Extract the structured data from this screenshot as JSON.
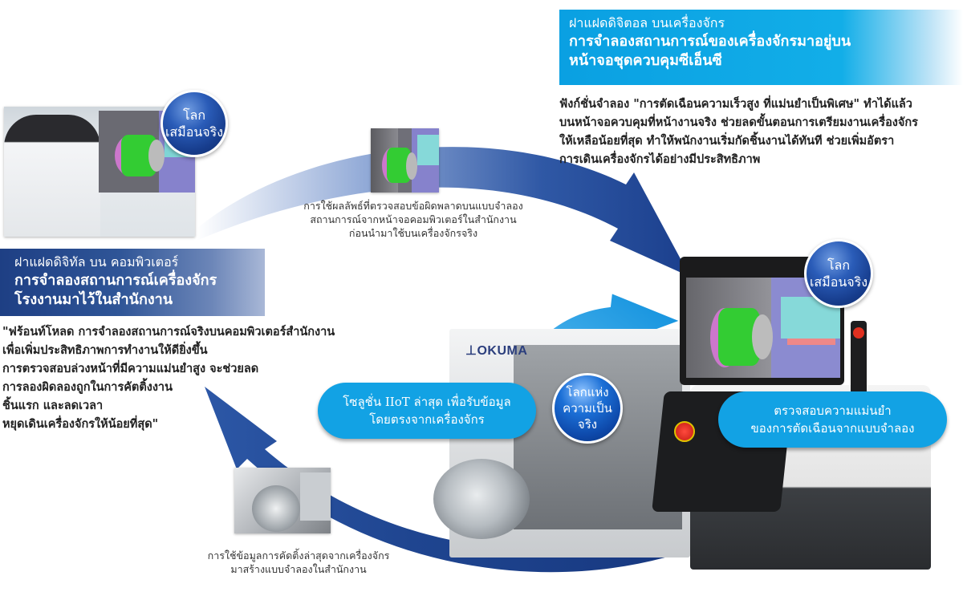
{
  "top_banner": {
    "line1": "ฝาแฝดดิจิตอล บนเครื่องจักร",
    "line2": "การจำลองสถานการณ์ของเครื่องจักรมาอยู่บน",
    "line3": "หน้าจอชุดควบคุมซีเอ็นซี"
  },
  "top_paragraph": {
    "lines": [
      "ฟังก์ชั่นจำลอง \"การตัดเฉือนความเร็วสูง ที่แม่นยำเป็นพิเศษ\" ทำได้แล้ว",
      "บนหน้าจอควบคุมที่หน้างานจริง ช่วยลดขั้นตอนการเตรียมงานเครื่องจักร",
      "ให้เหลือน้อยที่สุด ทำให้พนักงานเริ่มกัดชิ้นงานได้ทันที ช่วยเพิ่มอัตรา",
      "การเดินเครื่องจักรได้อย่างมีประสิทธิภาพ"
    ]
  },
  "left_banner": {
    "line1": "ฝาแฝดดิจิทัล บน คอมพิวเตอร์",
    "line2": "การจำลองสถานการณ์เครื่องจักร",
    "line3": "โรงงานมาไว้ในสำนักงาน"
  },
  "left_paragraph": {
    "lines": [
      "\"ฟร้อนท์โหลด การจำลองสถานการณ์จริงบนคอมพิวเตอร์สำนักงาน",
      "เพื่อเพิ่มประสิทธิภาพการทำงานให้ดียิ่งขึ้น",
      "การตรวจสอบล่วงหน้าที่มีความแม่นยำสูง จะช่วยลด",
      "การลองผิดลองถูกในการคัตติ้งงาน",
      "ชิ้นแรก และลดเวลา",
      "หยุดเดินเครื่องจักรให้น้อยที่สุด\""
    ]
  },
  "captions": {
    "top_arrow": [
      "การใช้ผลลัพธ์ที่ตรวจสอบข้อผิดพลาดบนแบบจำลอง",
      "สถานการณ์จากหน้าจอคอมพิวเตอร์ในสำนักงาน",
      "ก่อนนำมาใช้บนเครื่องจักรจริง"
    ],
    "bottom_arrow": [
      "การใช้ข้อมูลการคัดติ้งล่าสุดจากเครื่องจักร",
      "มาสร้างแบบจำลองในสำนักงาน"
    ]
  },
  "spheres": {
    "office": [
      "โลก",
      "เสมือนจริง"
    ],
    "machine": [
      "โลก",
      "เสมือนจริง"
    ],
    "reality": [
      "โลกแห่ง",
      "ความเป็นจริง"
    ]
  },
  "pills": {
    "iiot": [
      "โซลูชั่น IIoT ล่าสุด เพื่อรับข้อมูล",
      "โดยตรงจากเครื่องจักร"
    ],
    "verify": [
      "ตรวจสอบความแม่นยำ",
      "ของการตัดเฉือนจากแบบจำลอง"
    ]
  },
  "brand": {
    "logo_text": "OKUMA"
  },
  "colors": {
    "dark_blue": "#1e3f84",
    "bright_blue": "#12a2e4",
    "sphere_blue": "#173d8d"
  }
}
